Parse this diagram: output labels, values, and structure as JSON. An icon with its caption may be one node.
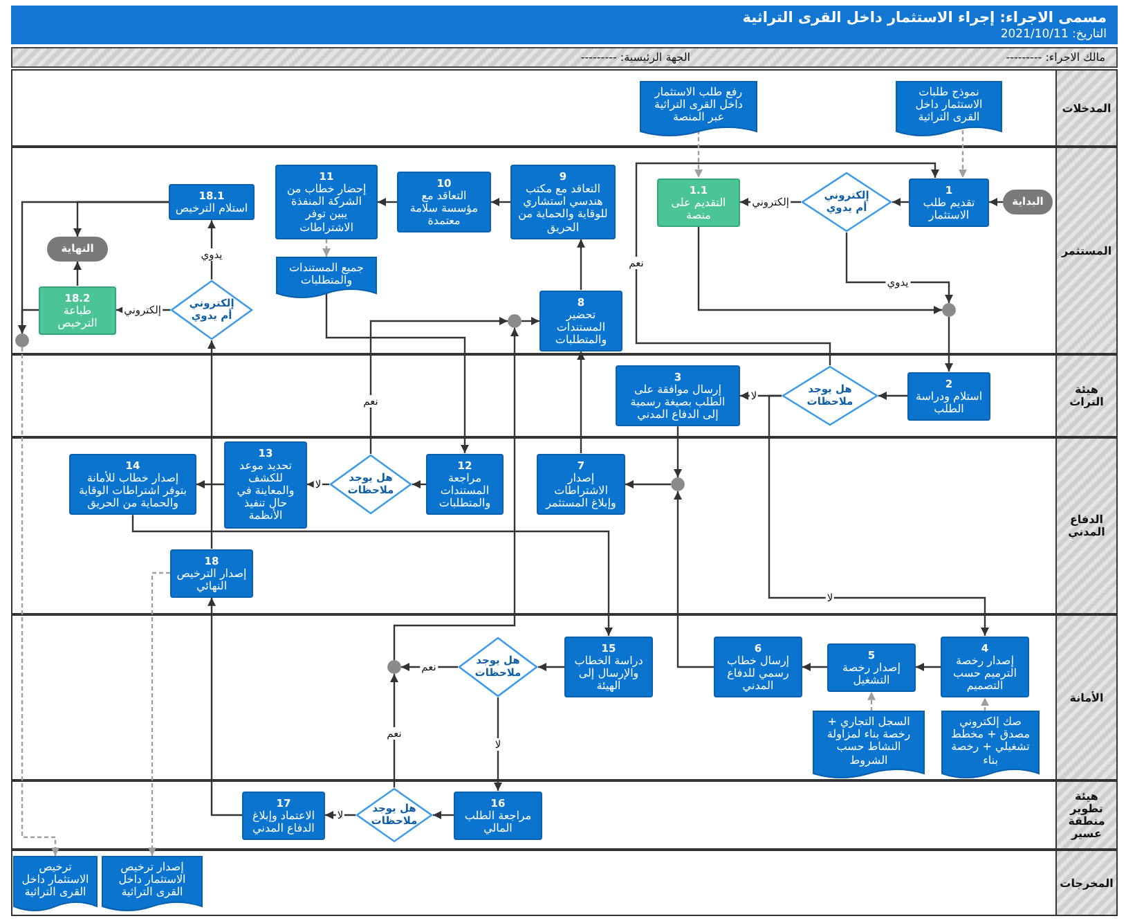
{
  "diagram": {
    "title": "مسمى الاجراء: إجراء الاستثمار داخل القرى التراثية",
    "nodes": [
      {
        "text": [
          "المدخلات"
        ]
      },
      {
        "text": [
          "نموذج طلبات الاستثمار داخل القرى التراثية"
        ],
        "in": 0
      },
      {
        "text": [
          "رفع طلب الاستثمار داخل القرى التراثية عبر المنصة"
        ],
        "in": 0
      },
      {
        "text": [
          "المستثمر"
        ]
      },
      {
        "text": [
          "البداية"
        ],
        "in": 3
      },
      {
        "text": [
          "1",
          "تقديم طلب الاستثمار"
        ],
        "in": 3
      },
      {
        "text": [
          "إلكتروني أم يدوي"
        ],
        "in": 3
      },
      {
        "text": [
          "1.1",
          "التقديم على منصة"
        ],
        "in": 3
      },
      {
        "text": [],
        "shape": "circle",
        "in": 3
      },
      {
        "text": [
          "9",
          "التعاقد مع مكتب هندسي استشاري للوقاية والحماية من الحريق"
        ],
        "in": 3
      },
      {
        "text": [
          "10",
          "التعاقد مع مؤسسة سلامة معتمدة"
        ],
        "in": 3
      },
      {
        "text": [
          "11",
          "إحضار خطاب من الشركة المنفذة يبين توفر الاشتراطات"
        ],
        "in": 3
      },
      {
        "text": [
          "جميع المستندات والمتطلبات"
        ],
        "in": 3
      },
      {
        "text": [
          "8",
          "تحضير المستندات والمتطلبات"
        ],
        "in": 3
      },
      {
        "text": [],
        "shape": "circle",
        "in": 3
      },
      {
        "text": [
          "18.1",
          "استلام الترخيص"
        ],
        "in": 3
      },
      {
        "text": [
          "النهاية"
        ],
        "in": 3
      },
      {
        "text": [
          "إلكتروني أم يدوي"
        ],
        "in": 3
      },
      {
        "text": [
          "18.2",
          "طباعة الترخيص"
        ],
        "in": 3
      },
      {
        "text": [],
        "shape": "circle",
        "in": 3
      },
      {
        "text": [
          "هيئة التراث"
        ]
      },
      {
        "text": [
          "2",
          "استلام ودراسة الطلب"
        ],
        "in": 20
      },
      {
        "text": [
          "هل يوجد ملاحظات"
        ],
        "in": 20
      },
      {
        "text": [
          "3",
          "إرسال موافقة على الطلب بصيغة رسمية إلى الدفاع المدني"
        ],
        "in": 20
      },
      {
        "text": [
          "الدفاع المدني"
        ]
      },
      {
        "text": [
          "7",
          "إصدار الاشتراطات وإبلاغ المستثمر"
        ],
        "in": 24
      },
      {
        "text": [],
        "shape": "circle",
        "in": 24
      },
      {
        "text": [
          "12",
          "مراجعة المستندات والمتطلبات"
        ],
        "in": 24
      },
      {
        "text": [
          "هل يوجد ملاحظات"
        ],
        "in": 24
      },
      {
        "text": [
          "13",
          "تحديد موعد للكشف والمعاينة في حال تنفيذ الأنظمة"
        ],
        "in": 24
      },
      {
        "text": [
          "14",
          "إصدار خطاب للأمانة بتوفر اشتراطات الوقاية والحماية من الحريق"
        ],
        "in": 24
      },
      {
        "text": [
          "18",
          "إصدار الترخيص النهائي"
        ],
        "in": 24
      },
      {
        "text": [
          "الأمانة"
        ]
      },
      {
        "text": [
          "4",
          "إصدار رخصة الترميم حسب التصميم"
        ],
        "in": 32
      },
      {
        "text": [
          "5",
          "إصدار رخصة التشغيل"
        ],
        "in": 32
      },
      {
        "text": [
          "6",
          "إرسال خطاب رسمي للدفاع المدني"
        ],
        "in": 32
      },
      {
        "text": [
          "صك إلكتروني مصدق + مخطط تشغيلي + رخصة بناء"
        ],
        "in": 32
      },
      {
        "text": [
          "السجل التجاري + رخصة بناء لمزاولة النشاط حسب الشروط"
        ],
        "in": 32
      },
      {
        "text": [
          "15",
          "دراسة الخطاب والإرسال إلى الهيئة"
        ],
        "in": 32
      },
      {
        "text": [
          "هل يوجد ملاحظات"
        ],
        "in": 32
      },
      {
        "text": [],
        "shape": "circle",
        "in": 32
      },
      {
        "text": [
          "هيئة تطوير منطقة عسير"
        ]
      },
      {
        "text": [
          "16",
          "مراجعة الطلب المالي"
        ],
        "in": 41
      },
      {
        "text": [
          "هل يوجد ملاحظات"
        ],
        "in": 41
      },
      {
        "text": [
          "17",
          "الاعتماد وإبلاغ الدفاع المدني"
        ],
        "in": 41
      },
      {
        "text": [
          "المخرجات"
        ]
      },
      {
        "text": [
          "إصدار ترخيص الاستثمار داخل القرى التراثية"
        ],
        "in": 45
      },
      {
        "text": [
          "ترخيص الاستثمار داخل القرى التراثية"
        ],
        "in": 45
      }
    ],
    "edges": [
      {
        "from": 1,
        "to": 5,
        "arrow": "to",
        "style": "dashed",
        "color": "#9e9e9e"
      },
      {
        "from": 2,
        "to": 7,
        "arrow": "to",
        "style": "dashed",
        "color": "#9e9e9e"
      },
      {
        "from": 4,
        "to": 5,
        "arrow": "to"
      },
      {
        "from": 5,
        "to": 6,
        "arrow": "to"
      },
      {
        "from": 6,
        "to": 7,
        "arrow": "to",
        "label": "إلكتروني"
      },
      {
        "from": 6,
        "to": 8,
        "arrow": "to",
        "label": "يدوي"
      },
      {
        "from": 7,
        "to": 8,
        "arrow": "to"
      },
      {
        "from": 8,
        "to": 21,
        "arrow": "to"
      },
      {
        "from": 21,
        "to": 22,
        "arrow": "to"
      },
      {
        "from": 22,
        "to": 23,
        "arrow": "to",
        "label": "لا"
      },
      {
        "from": 22,
        "to": 5,
        "arrow": "to",
        "label": "نعم"
      },
      {
        "from": 22,
        "to": 33,
        "arrow": "to",
        "label": "لا"
      },
      {
        "from": 23,
        "to": 26,
        "arrow": "to"
      },
      {
        "from": 33,
        "to": 34,
        "arrow": "to"
      },
      {
        "from": 34,
        "to": 35,
        "arrow": "to"
      },
      {
        "from": 35,
        "to": 26,
        "arrow": "to"
      },
      {
        "from": 26,
        "to": 25,
        "arrow": "to"
      },
      {
        "from": 36,
        "to": 33,
        "arrow": "to",
        "style": "dashed",
        "color": "#9e9e9e"
      },
      {
        "from": 37,
        "to": 34,
        "arrow": "to",
        "style": "dashed",
        "color": "#9e9e9e"
      },
      {
        "from": 25,
        "to": 13,
        "arrow": "to"
      },
      {
        "from": 13,
        "to": 9,
        "arrow": "to"
      },
      {
        "from": 9,
        "to": 10,
        "arrow": "to"
      },
      {
        "from": 10,
        "to": 11,
        "arrow": "to"
      },
      {
        "from": 11,
        "to": 12,
        "arrow": "to",
        "style": "dashed",
        "color": "#9e9e9e"
      },
      {
        "from": 12,
        "to": 27,
        "arrow": "to"
      },
      {
        "from": 27,
        "to": 28,
        "arrow": "to"
      },
      {
        "from": 28,
        "to": 29,
        "arrow": "to",
        "label": "لا"
      },
      {
        "from": 28,
        "to": 14,
        "arrow": "to",
        "label": "نعم"
      },
      {
        "from": 14,
        "to": 13,
        "arrow": "to"
      },
      {
        "from": 29,
        "to": 30,
        "arrow": "to"
      },
      {
        "from": 30,
        "to": 38,
        "arrow": "to"
      },
      {
        "from": 38,
        "to": 39,
        "arrow": "to"
      },
      {
        "from": 39,
        "to": 40,
        "arrow": "to",
        "label": "نعم"
      },
      {
        "from": 39,
        "to": 42,
        "arrow": "to",
        "label": "لا"
      },
      {
        "from": 42,
        "to": 43,
        "arrow": "to"
      },
      {
        "from": 43,
        "to": 44,
        "arrow": "to",
        "label": "لا"
      },
      {
        "from": 43,
        "to": 40,
        "arrow": "to",
        "label": "نعم"
      },
      {
        "from": 40,
        "to": 14,
        "arrow": "to"
      },
      {
        "from": 44,
        "to": 31,
        "arrow": "to"
      },
      {
        "from": 31,
        "to": 17,
        "arrow": "to"
      },
      {
        "from": 17,
        "to": 15,
        "arrow": "to",
        "label": "يدوي"
      },
      {
        "from": 17,
        "to": 18,
        "arrow": "to",
        "label": "إلكتروني"
      },
      {
        "from": 15,
        "to": 16,
        "arrow": "to"
      },
      {
        "from": 18,
        "to": 16,
        "arrow": "to"
      },
      {
        "from": 15,
        "to": 19,
        "arrow": "to"
      },
      {
        "from": 18,
        "to": 19,
        "arrow": "to"
      },
      {
        "from": 19,
        "to": 47,
        "arrow": "to",
        "style": "dashed",
        "color": "#9e9e9e"
      },
      {
        "from": 31,
        "to": 46,
        "arrow": "to",
        "style": "dashed",
        "color": "#9e9e9e"
      }
    ],
    "labels": [
      "التاريخ: 2021/10/11",
      "مالك الاجراء: ---------",
      "الجهة الرئيسية: ---------"
    ]
  }
}
